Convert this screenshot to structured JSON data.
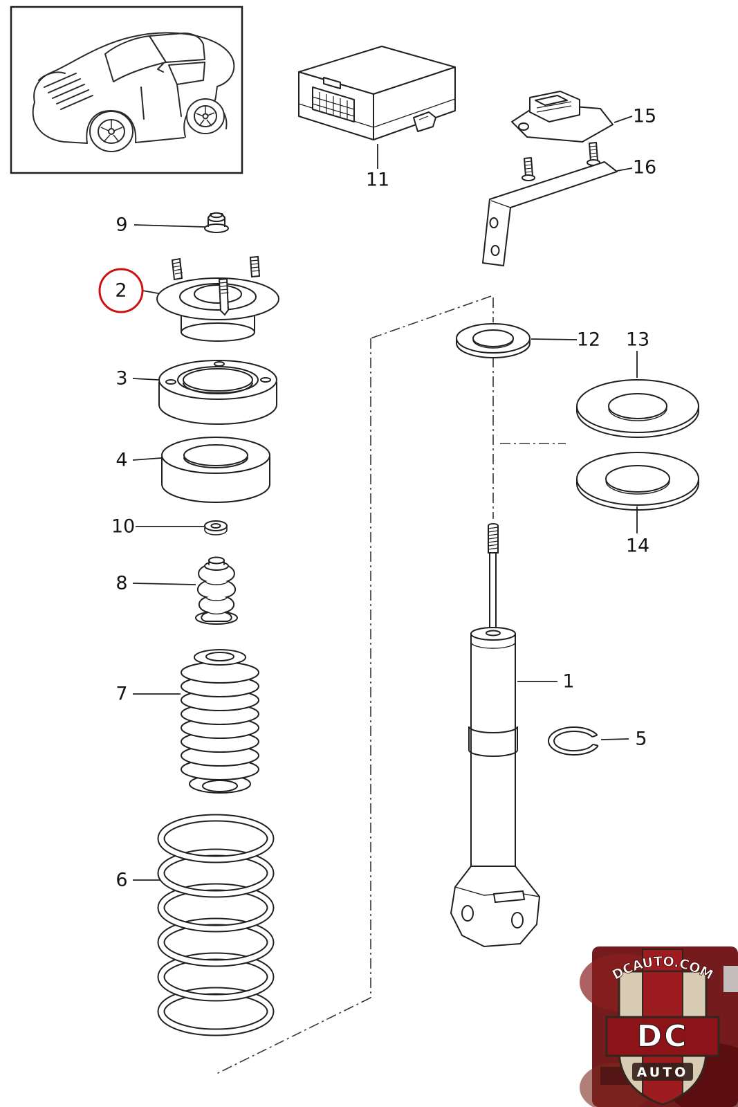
{
  "diagram": {
    "type": "exploded-parts-diagram",
    "subject": "rear suspension shock absorber and spring assembly"
  },
  "callouts": {
    "1": "1",
    "2": "2",
    "3": "3",
    "4": "4",
    "5": "5",
    "6": "6",
    "7": "7",
    "8": "8",
    "9": "9",
    "10": "10",
    "11": "11",
    "12": "12",
    "13": "13",
    "14": "14",
    "15": "15",
    "16": "16"
  },
  "highlight": {
    "circled_part": "2",
    "color": "#cc1111"
  },
  "watermark": {
    "site": "DCAUTO.COM",
    "brand": "DC",
    "sub": "AUTO"
  },
  "colors": {
    "line": "#1f1f1f",
    "background": "#ffffff",
    "watermark_red": "#9c1c20",
    "shield_tan": "#d9ccb4"
  }
}
